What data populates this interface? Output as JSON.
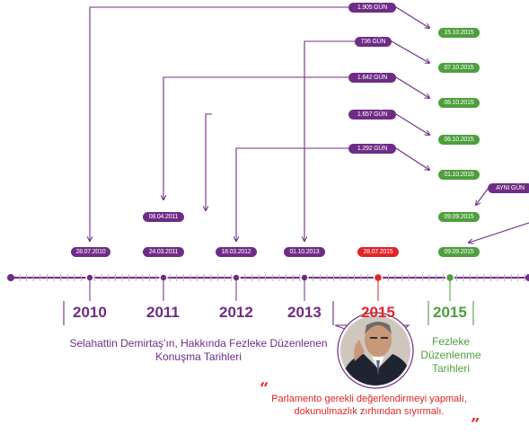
{
  "purple_dates": [
    "28.07.2010",
    "08.04.2011",
    "24.03.2011",
    "18.03.2012",
    "01.10.2013"
  ],
  "red_date": "28.07.2015",
  "green_dates": [
    "15.10.2015",
    "07.10.2015",
    "06.10.2015",
    "06.10.2015",
    "01.10.2015",
    "09.09.2015",
    "09.09.2015"
  ],
  "day_counts": [
    "1.905 GÜN",
    "736 GÜN",
    "1.642 GÜN",
    "1.657 GÜN",
    "1.292 GÜN",
    "AYNI GÜN"
  ],
  "years": [
    "2010",
    "2011",
    "2012",
    "2013",
    "2015",
    "2015"
  ],
  "caption_left": [
    "Selahattin Demirtaş'ın, Hakkında Fezleke Düzenlenen",
    "Konuşma Tarihleri"
  ],
  "caption_right": [
    "Fezleke",
    "Düzenlenme",
    "Tarihleri"
  ],
  "quote": [
    "Parlamento gerekli değerlendirmeyi yapmalı,",
    "dokunulmazlık zırhından sıyırmalı."
  ],
  "quote_marks": [
    "“",
    "”"
  ],
  "colors": {
    "purple": "#6f2c86",
    "green": "#4e9f3d",
    "red": "#e22427",
    "tick": "#b9a9c4"
  }
}
